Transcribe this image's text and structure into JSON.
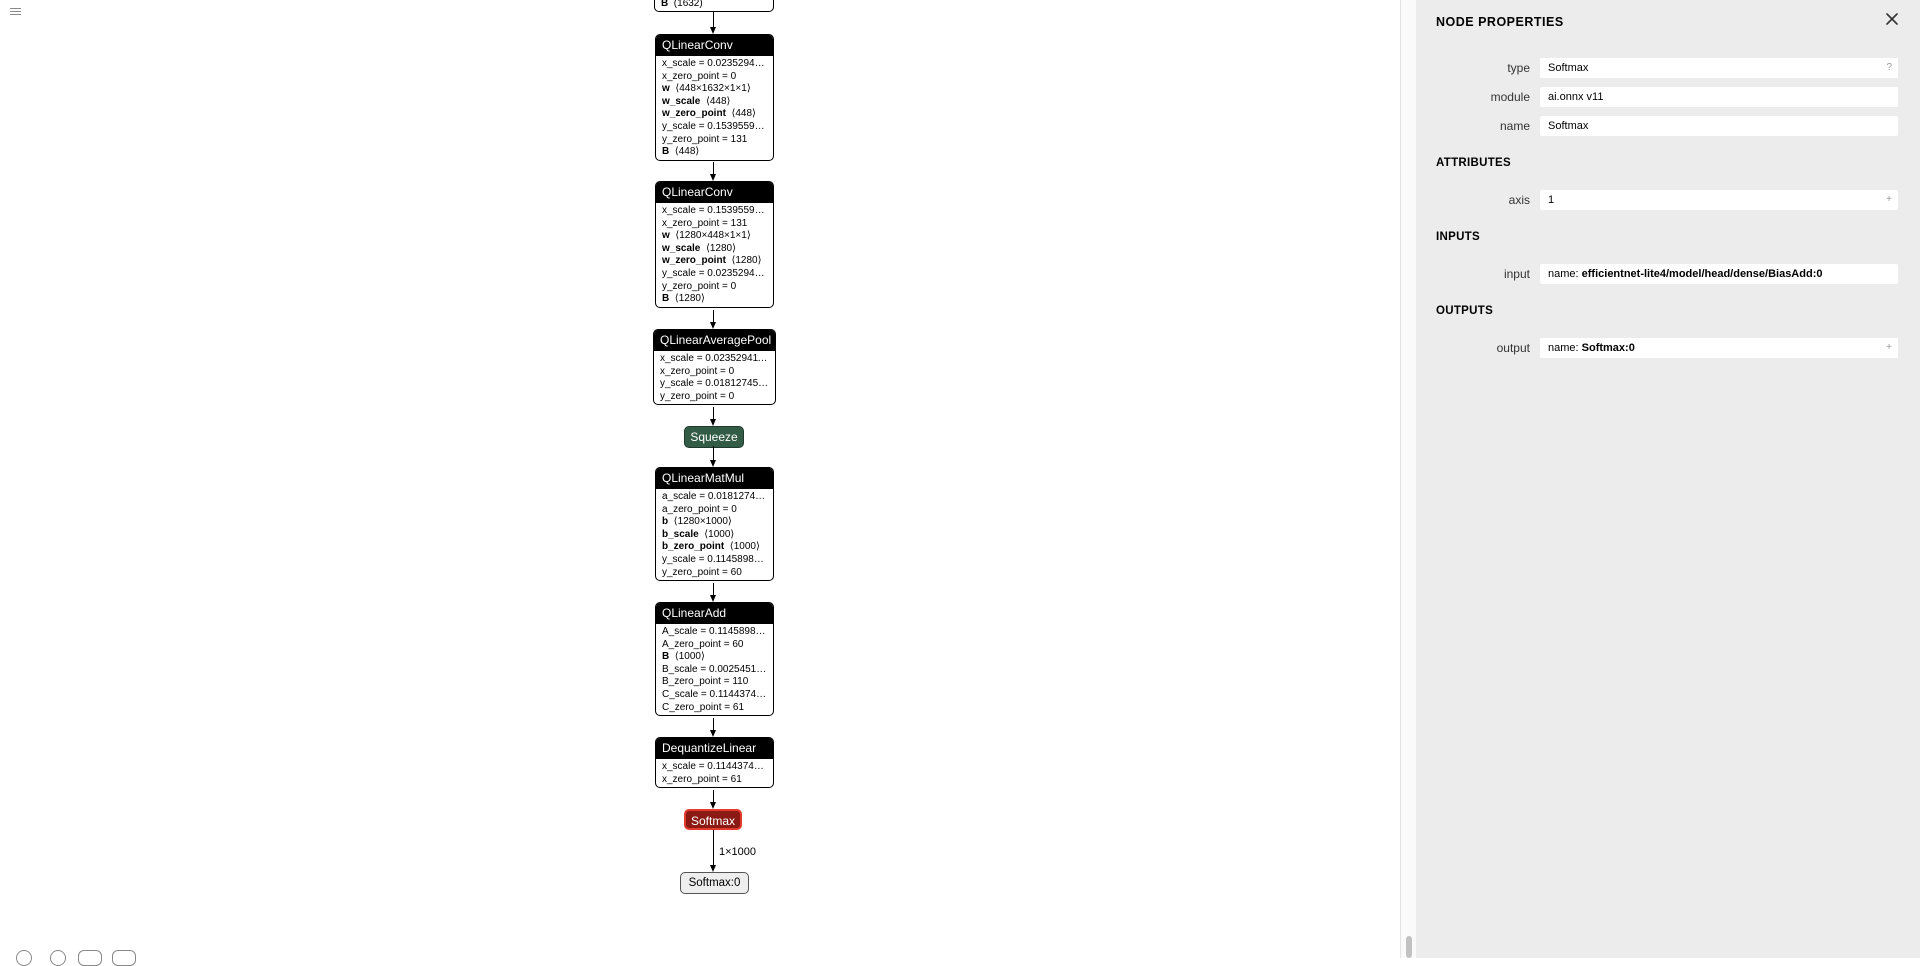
{
  "graph": {
    "top_partial_row": {
      "name": "B",
      "dims": "(1632)"
    },
    "nodes": [
      {
        "op": "QLinearConv",
        "attrs": [
          {
            "name": "x_scale",
            "value": "= 0.0235294117..."
          },
          {
            "name": "x_zero_point",
            "value": "= 0"
          },
          {
            "name": "w",
            "dims": "⟨448×1632×1×1⟩",
            "bold": true
          },
          {
            "name": "w_scale",
            "dims": "⟨448⟩",
            "bold": true
          },
          {
            "name": "w_zero_point",
            "dims": "⟨448⟩",
            "bold": true
          },
          {
            "name": "y_scale",
            "value": "= 0.1539559048..."
          },
          {
            "name": "y_zero_point",
            "value": "= 131"
          },
          {
            "name": "B",
            "dims": "⟨448⟩",
            "bold": true
          }
        ]
      },
      {
        "op": "QLinearConv",
        "attrs": [
          {
            "name": "x_scale",
            "value": "= 0.1539559048..."
          },
          {
            "name": "x_zero_point",
            "value": "= 131"
          },
          {
            "name": "w",
            "dims": "⟨1280×448×1×1⟩",
            "bold": true
          },
          {
            "name": "w_scale",
            "dims": "⟨1280⟩",
            "bold": true
          },
          {
            "name": "w_zero_point",
            "dims": "⟨1280⟩",
            "bold": true
          },
          {
            "name": "y_scale",
            "value": "= 0.0235294117..."
          },
          {
            "name": "y_zero_point",
            "value": "= 0"
          },
          {
            "name": "B",
            "dims": "⟨1280⟩",
            "bold": true
          }
        ]
      },
      {
        "op": "QLinearAveragePool",
        "attrs": [
          {
            "name": "x_scale",
            "value": "= 0.0235294117..."
          },
          {
            "name": "x_zero_point",
            "value": "= 0"
          },
          {
            "name": "y_scale",
            "value": "= 0.0181274507..."
          },
          {
            "name": "y_zero_point",
            "value": "= 0"
          }
        ]
      },
      {
        "op": "QLinearMatMul",
        "attrs": [
          {
            "name": "a_scale",
            "value": "= 0.0181274507..."
          },
          {
            "name": "a_zero_point",
            "value": "= 0"
          },
          {
            "name": "b",
            "dims": "⟨1280×1000⟩",
            "bold": true
          },
          {
            "name": "b_scale",
            "dims": "⟨1000⟩",
            "bold": true
          },
          {
            "name": "b_zero_point",
            "dims": "⟨1000⟩",
            "bold": true
          },
          {
            "name": "y_scale",
            "value": "= 0.1145898401..."
          },
          {
            "name": "y_zero_point",
            "value": "= 60"
          }
        ]
      },
      {
        "op": "QLinearAdd",
        "attrs": [
          {
            "name": "A_scale",
            "value": "= 0.1145898401..."
          },
          {
            "name": "A_zero_point",
            "value": "= 60"
          },
          {
            "name": "B",
            "dims": "⟨1000⟩",
            "bold": true
          },
          {
            "name": "B_scale",
            "value": "= 0.0025451602..."
          },
          {
            "name": "B_zero_point",
            "value": "= 110"
          },
          {
            "name": "C_scale",
            "value": "= 0.1144374907..."
          },
          {
            "name": "C_zero_point",
            "value": "= 61"
          }
        ]
      },
      {
        "op": "DequantizeLinear",
        "attrs": [
          {
            "name": "x_scale",
            "value": "= 0.1144374907..."
          },
          {
            "name": "x_zero_point",
            "value": "= 61"
          }
        ]
      }
    ],
    "squeeze_label": "Squeeze",
    "softmax_label": "Softmax",
    "edge_label": "1×1000",
    "output_label": "Softmax:0",
    "colors": {
      "squeeze": "#335c46",
      "softmax": "#8b1a14",
      "output_bg": "#eeeeee"
    }
  },
  "sidebar": {
    "title": "NODE PROPERTIES",
    "close_icon": "close-icon",
    "type_label": "type",
    "type_value": "Softmax",
    "type_help": "?",
    "module_label": "module",
    "module_value": "ai.onnx v11",
    "name_label": "name",
    "name_value": "Softmax",
    "attributes_title": "ATTRIBUTES",
    "axis_label": "axis",
    "axis_value": "1",
    "axis_expand": "+",
    "inputs_title": "INPUTS",
    "input_label": "input",
    "input_prefix": "name:",
    "input_value": "efficientnet-lite4/model/head/dense/BiasAdd:0",
    "outputs_title": "OUTPUTS",
    "output_label": "output",
    "output_prefix": "name:",
    "output_value": "Softmax:0",
    "output_expand": "+"
  }
}
